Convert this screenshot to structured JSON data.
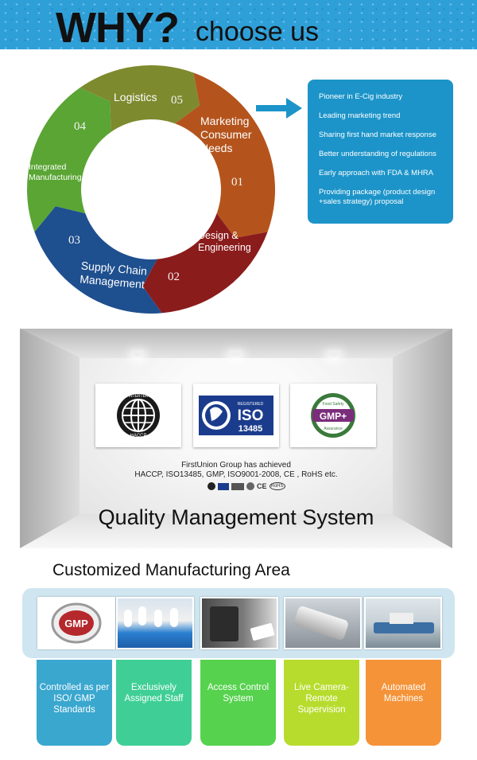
{
  "header": {
    "why": "WHY?",
    "choose": "choose us"
  },
  "ring": {
    "segments": [
      {
        "num": "01",
        "label": [
          "Marketing",
          "Consumer",
          "Needs"
        ],
        "color": "#b4541c"
      },
      {
        "num": "02",
        "label": [
          "Design &",
          "Engineering"
        ],
        "color": "#8b1c1c"
      },
      {
        "num": "03",
        "label": [
          "Supply Chain",
          "Management"
        ],
        "color": "#1e4f8f"
      },
      {
        "num": "04",
        "label": [
          "Integrated",
          "Manufacturing"
        ],
        "color": "#5aa534"
      },
      {
        "num": "05",
        "label": [
          "Logistics"
        ],
        "color": "#7e8a2e"
      }
    ]
  },
  "advantages": [
    "Pioneer in E-Cig industry",
    "Leading marketing trend",
    "Sharing first hand market response",
    "Better understanding of regulations",
    "Early approach with FDA & MHRA",
    "Providing package (product design +sales strategy) proposal"
  ],
  "certs": {
    "haccp_top": "INTERTEK",
    "haccp_bottom": "HACCP",
    "iso_small": "REGISTERED",
    "iso_big": "ISO",
    "iso_num": "13485",
    "gmp_top": "Food Safety",
    "gmp_mid": "GMP+",
    "gmp_bottom": "Assurance",
    "line1": "FirstUnion Group has achieved",
    "line2": "HACCP, ISO13485, GMP, ISO9001-2008, CE , RoHS etc.",
    "small_icons": [
      "CE",
      "RoHS"
    ]
  },
  "qms_title": "Quality Management System",
  "cma": {
    "title": "Customized Manufacturing Area",
    "gmp_badge": "GMP",
    "tiles": [
      {
        "label": "Controlled as per ISO/ GMP Standards",
        "color": "#3aa7cf"
      },
      {
        "label": "Exclusively Assigned Staff",
        "color": "#3fcf96"
      },
      {
        "label": "Access Control System",
        "color": "#56d24e"
      },
      {
        "label": "Live Camera-Remote Supervision",
        "color": "#b8dc2e"
      },
      {
        "label": "Automated Machines",
        "color": "#f59338"
      }
    ]
  }
}
